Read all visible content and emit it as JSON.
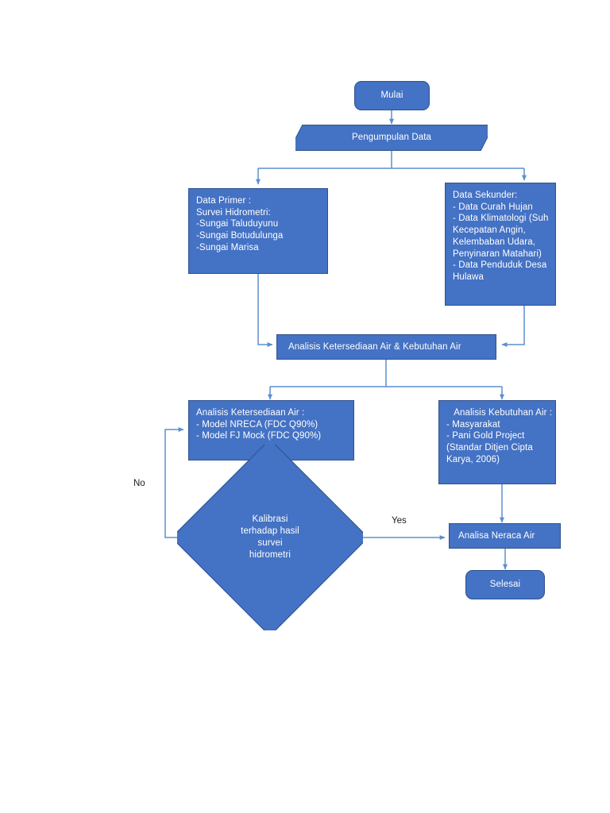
{
  "diagram": {
    "title": "Flowchart Analisis Ketersediaan dan Kebutuhan Air",
    "colors": {
      "shape_fill": "#4472C4",
      "shape_border": "#2F528F",
      "connector": "#5B8FD0",
      "shape_text": "#FFFFFF",
      "label_text": "#1A1A1A",
      "background": "#FFFFFF"
    },
    "nodes": {
      "start": {
        "label": "Mulai",
        "shape": "terminator"
      },
      "data_collection": {
        "label": "Pengumpulan Data",
        "shape": "parallelogram"
      },
      "primary_data": {
        "shape": "process",
        "label": "Data Primer :\nSurvei Hidrometri:\n-Sungai Taluduyunu\n-Sungai Botudulunga\n-Sungai Marisa"
      },
      "secondary_data": {
        "shape": "process",
        "label": "Data Sekunder:\n- Data Curah Hujan\n- Data Klimatologi (Suh\nKecepatan Angin,\nKelembaban Udara,\nPenyinaran Matahari)\n- Data Penduduk Desa\nHulawa"
      },
      "analysis_combined": {
        "shape": "process",
        "label": "Analisis Ketersediaan Air & Kebutuhan Air"
      },
      "availability_analysis": {
        "shape": "process",
        "label": "Analisis Ketersediaan Air :\n- Model NRECA (FDC Q90%)\n- Model FJ Mock (FDC Q90%)"
      },
      "demand_analysis": {
        "shape": "process",
        "label": "   Analisis Kebutuhan Air :\n- Masyarakat\n- Pani Gold Project\n(Standar Ditjen Cipta\nKarya, 2006)"
      },
      "calibration": {
        "shape": "decision",
        "label": "Kalibrasi\nterhadap hasil\nsurvei\nhidrometri"
      },
      "water_balance": {
        "shape": "process",
        "label": "Analisa Neraca Air"
      },
      "end": {
        "label": "Selesai",
        "shape": "terminator"
      }
    },
    "edge_labels": {
      "no": "No",
      "yes": "Yes"
    }
  }
}
